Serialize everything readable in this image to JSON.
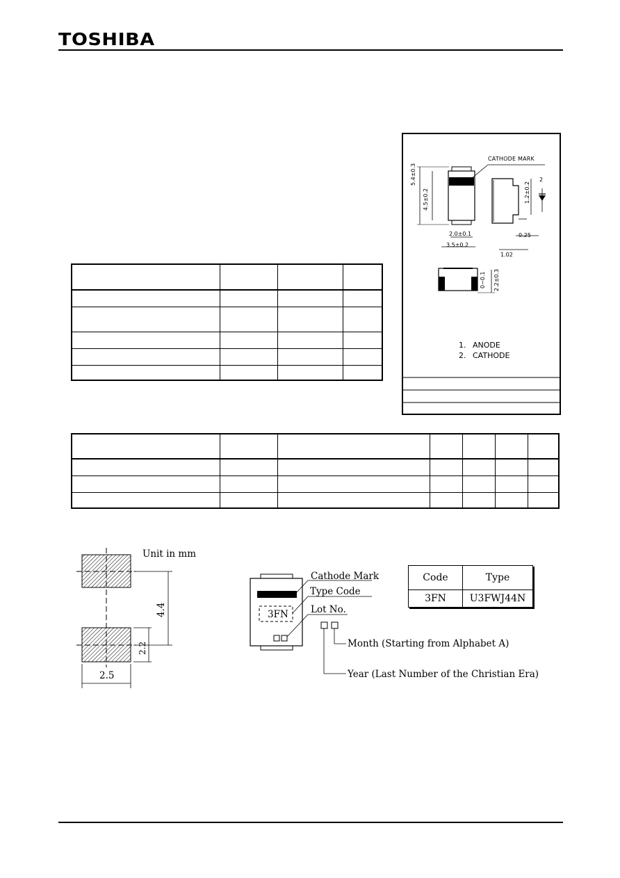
{
  "header": {
    "logo": "TOSHIBA"
  },
  "package_figure": {
    "cathode_mark_label": "CATHODE MARK",
    "dims": {
      "height_total": "5.4±0.3",
      "height_body": "4.5±0.2",
      "width_terminal": "2.0±0.1",
      "width_body": "3.5±0.2",
      "side_height": "1.2±0.2",
      "lead_thickness": "0.25",
      "lead_length": "1.02",
      "standoff": "0~0.1",
      "thickness": "2.2±0.3",
      "pin2_num": "2"
    },
    "pin_list": [
      {
        "num": "1.",
        "name": "ANODE"
      },
      {
        "num": "2.",
        "name": "CATHODE"
      }
    ]
  },
  "footprint": {
    "unit_label": "Unit in mm",
    "spacing": "4.4",
    "pad_height": "2.2",
    "pad_width": "2.5"
  },
  "marking": {
    "cathode_mark": "Cathode Mark",
    "type_code_label": "Type Code",
    "lot_no": "Lot No.",
    "type_code_value": "3FN",
    "month": "Month (Starting from Alphabet A)",
    "year": "Year (Last Number of the Christian Era)"
  },
  "code_table": {
    "headers": [
      "Code",
      "Type"
    ],
    "rows": [
      [
        "3FN",
        "U3FWJ44N"
      ]
    ]
  }
}
